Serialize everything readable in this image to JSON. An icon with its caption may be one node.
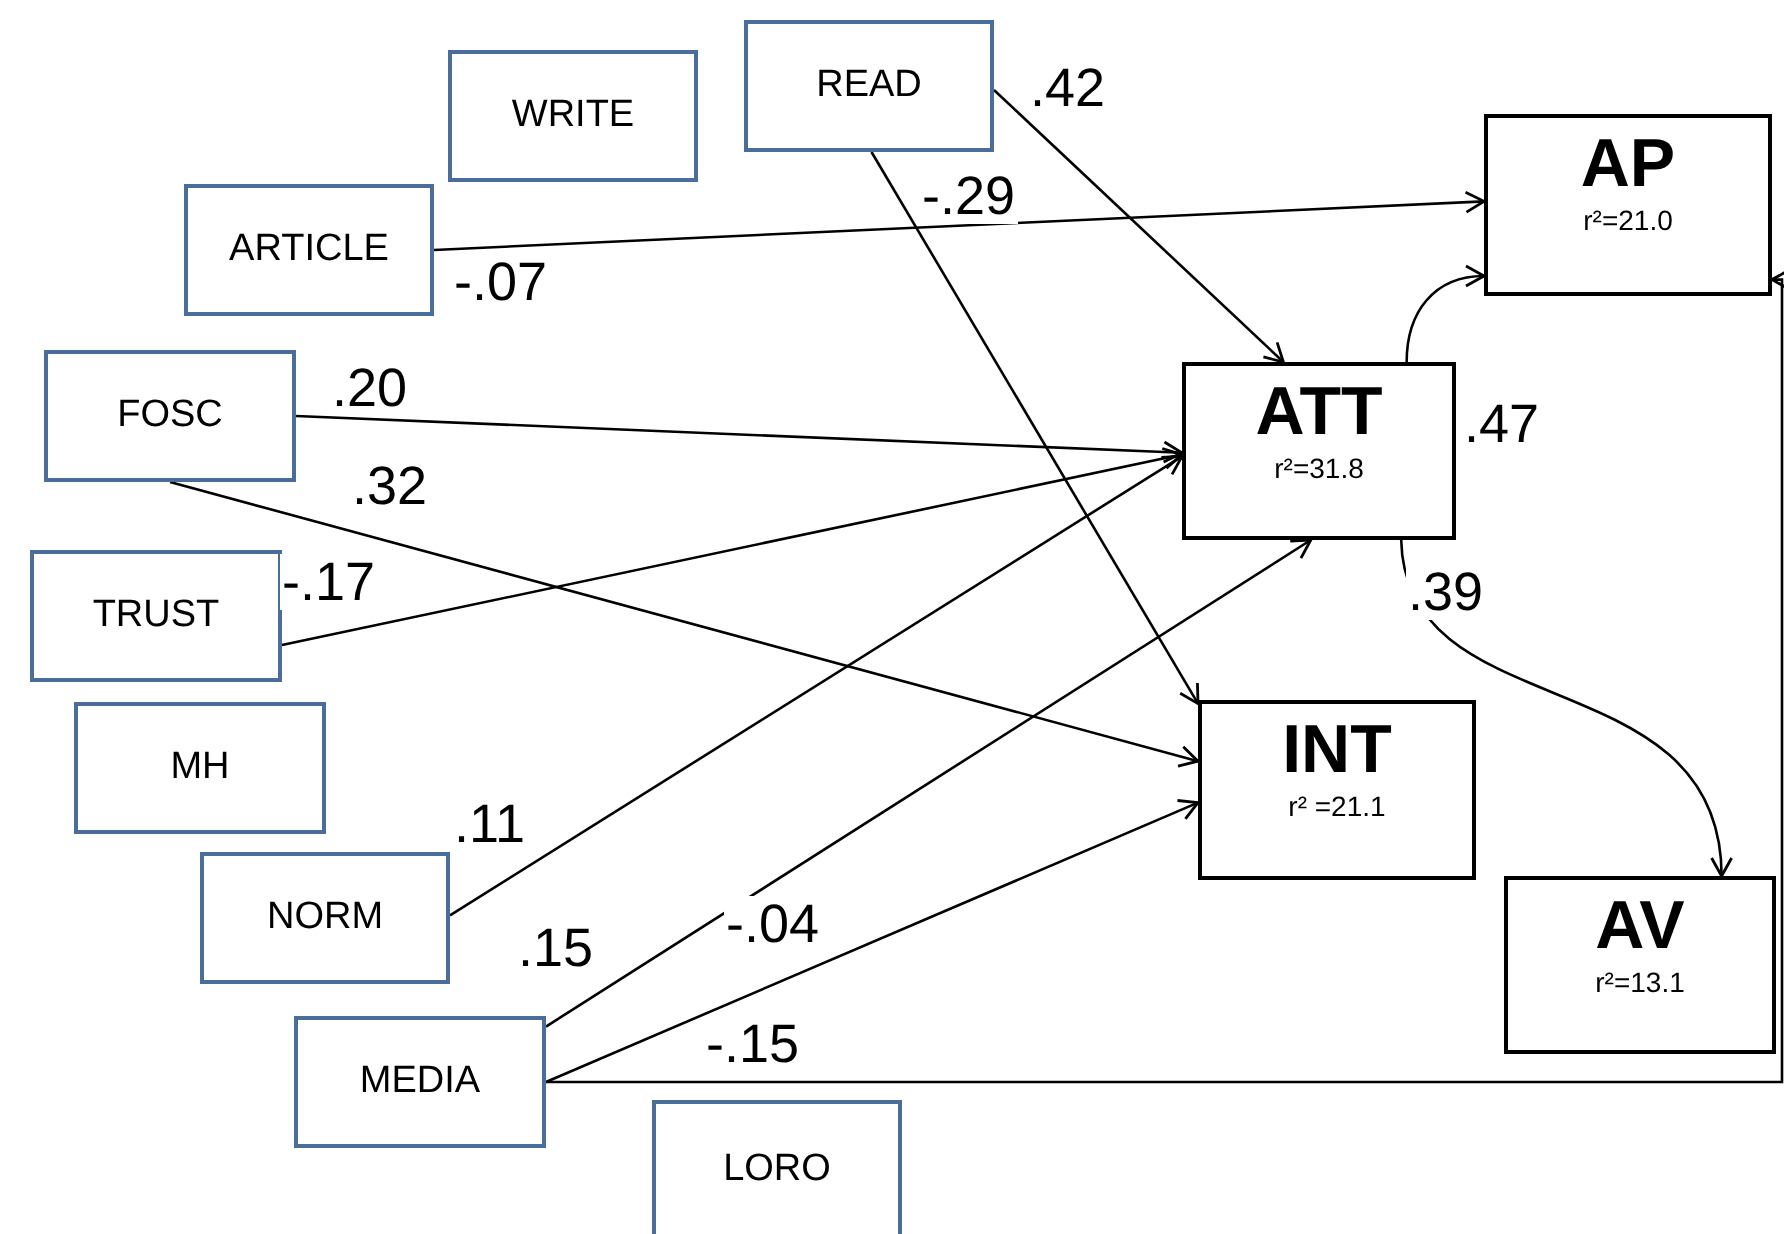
{
  "diagram": {
    "nodes": [
      {
        "text": [
          "WRITE"
        ]
      },
      {
        "text": [
          "READ"
        ]
      },
      {
        "text": [
          "ARTICLE"
        ]
      },
      {
        "text": [
          "FOSC"
        ]
      },
      {
        "text": [
          "TRUST"
        ]
      },
      {
        "text": [
          "MH"
        ]
      },
      {
        "text": [
          "NORM"
        ]
      },
      {
        "text": [
          "MEDIA"
        ]
      },
      {
        "text": [
          "LORO"
        ]
      },
      {
        "text": [
          "ATT",
          "r²=31.8"
        ]
      },
      {
        "text": [
          "AP",
          "r²=21.0"
        ]
      },
      {
        "text": [
          "INT",
          "r² =21.1"
        ]
      },
      {
        "text": [
          "AV",
          "r²=13.1"
        ]
      }
    ],
    "edges": [
      {
        "from": 1,
        "to": 9,
        "arrow": "to",
        "label": ".42"
      },
      {
        "from": 1,
        "to": 11,
        "arrow": "to",
        "label": "-.29"
      },
      {
        "from": 2,
        "to": 10,
        "arrow": "to",
        "label": "-.07"
      },
      {
        "from": 3,
        "to": 9,
        "arrow": "to",
        "label": ".20"
      },
      {
        "from": 3,
        "to": 11,
        "arrow": "to",
        "label": ".32"
      },
      {
        "from": 4,
        "to": 9,
        "arrow": "to",
        "label": "-.17"
      },
      {
        "from": 6,
        "to": 9,
        "arrow": "to",
        "label": ".11"
      },
      {
        "from": 7,
        "to": 9,
        "arrow": "to",
        "label": ".15"
      },
      {
        "from": 7,
        "to": 11,
        "arrow": "to",
        "label": "-.04"
      },
      {
        "from": 7,
        "to": 10,
        "arrow": "to",
        "label": "-.15"
      },
      {
        "from": 9,
        "to": 10,
        "arrow": "to",
        "label": ".47"
      },
      {
        "from": 9,
        "to": 12,
        "arrow": "to",
        "label": ".39"
      }
    ]
  }
}
